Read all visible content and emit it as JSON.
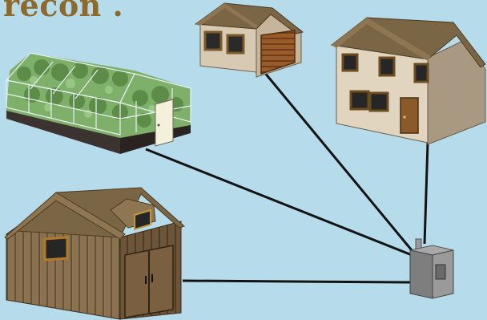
{
  "title": "recon .",
  "colors": {
    "background": "#b6dcec",
    "title": "#8d6a2b",
    "connector": "#141414"
  },
  "buildings": [
    {
      "name": "greenhouse",
      "icon": "greenhouse-icon"
    },
    {
      "name": "garage",
      "icon": "garage-icon"
    },
    {
      "name": "house",
      "icon": "house-icon"
    },
    {
      "name": "barn",
      "icon": "barn-icon"
    },
    {
      "name": "boiler",
      "icon": "wood-boiler-icon"
    }
  ],
  "connections": [
    {
      "from": "greenhouse",
      "to": "boiler"
    },
    {
      "from": "garage",
      "to": "boiler"
    },
    {
      "from": "house",
      "to": "boiler"
    },
    {
      "from": "barn",
      "to": "boiler"
    }
  ]
}
